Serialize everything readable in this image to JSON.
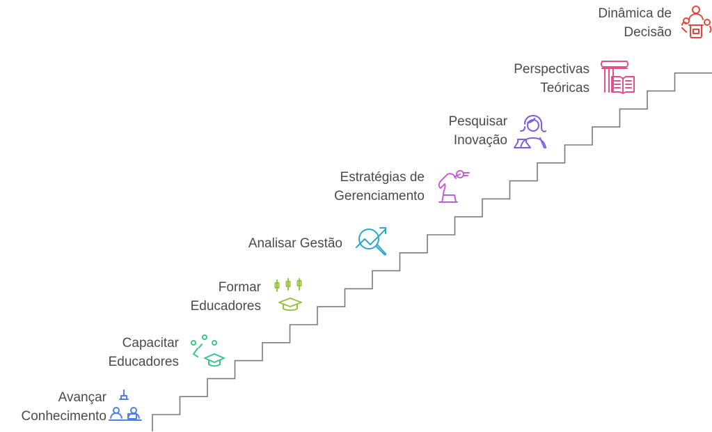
{
  "steps": [
    {
      "lines": [
        "Avançar",
        "Conhecimento"
      ],
      "icon": "researcher-laptop-icon",
      "color": "#4f7fe0"
    },
    {
      "lines": [
        "Capacitar",
        "Educadores"
      ],
      "icon": "graduation-cap-network-icon",
      "color": "#3cc48a"
    },
    {
      "lines": [
        "Formar",
        "Educadores"
      ],
      "icon": "graduation-cap-candles-icon",
      "color": "#93c23f"
    },
    {
      "lines": [
        "Analisar Gestão"
      ],
      "icon": "magnifier-trend-icon",
      "color": "#2ba6cf"
    },
    {
      "lines": [
        "Estratégias de",
        "Gerenciamento"
      ],
      "icon": "chess-knight-icon",
      "color": "#c25fd8"
    },
    {
      "lines": [
        "Pesquisar",
        "Inovação"
      ],
      "icon": "scientist-flask-icon",
      "color": "#7d5ce6"
    },
    {
      "lines": [
        "Perspectivas",
        "Teóricas"
      ],
      "icon": "column-book-icon",
      "color": "#e0508a"
    },
    {
      "lines": [
        "Dinâmica de",
        "Decisão"
      ],
      "icon": "team-decision-icon",
      "color": "#e0473e"
    }
  ],
  "staircase_color": "#7a7a7a"
}
